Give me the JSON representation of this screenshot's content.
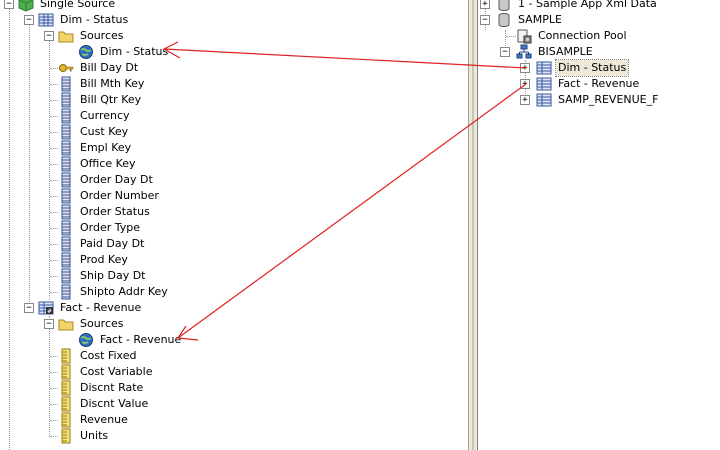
{
  "left_tree": {
    "root_label": "Single Source",
    "dim_status": {
      "label": "Dim - Status",
      "sources_label": "Sources",
      "source_item_label": "Dim - Status",
      "columns": [
        "Bill Day Dt",
        "Bill Mth Key",
        "Bill Qtr Key",
        "Currency",
        "Cust Key",
        "Empl Key",
        "Office Key",
        "Order Day Dt",
        "Order Number",
        "Order Status",
        "Order Type",
        "Paid Day Dt",
        "Prod Key",
        "Ship Day Dt",
        "Shipto Addr Key"
      ]
    },
    "fact_revenue": {
      "label": "Fact - Revenue",
      "sources_label": "Sources",
      "source_item_label": "Fact - Revenue",
      "measures": [
        "Cost Fixed",
        "Cost Variable",
        "Discnt Rate",
        "Discnt Value",
        "Revenue",
        "Units"
      ]
    }
  },
  "right_tree": {
    "db1_label": "1 - Sample App Xml Data",
    "db2_label": "SAMPLE",
    "connection_pool_label": "Connection Pool",
    "schema_label": "BISAMPLE",
    "tables": [
      "Dim - Status",
      "Fact - Revenue",
      "SAMP_REVENUE_F"
    ]
  },
  "colors": {
    "arrow": "#e02020",
    "folder": "#f3d46b",
    "column_icon": "#5b6fb0",
    "measure_icon": "#e0c030",
    "globe": "#2f6fc0",
    "table_icon": "#6a86c8"
  },
  "icons": {
    "root": "cube-icon",
    "logical_table": "table-icon",
    "fact_table": "fact-table-icon",
    "folder": "folder-icon",
    "source": "globe-icon",
    "key_column": "key-icon",
    "column": "column-icon",
    "measure": "measure-icon",
    "database": "database-icon",
    "connection_pool": "connection-pool-icon",
    "schema": "schema-icon",
    "physical_table": "physical-table-icon"
  }
}
